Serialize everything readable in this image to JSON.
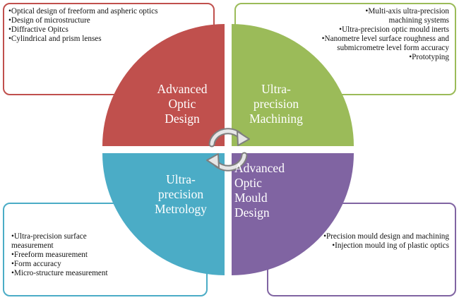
{
  "quadrants": {
    "top_left": {
      "title": "Advanced\nOptic\nDesign",
      "color": "#c0504d",
      "items": [
        "Optical design of freeform and aspheric optics",
        "Design of microstructure",
        "Diffractive Opitcs",
        "Cylindrical and prism lenses"
      ]
    },
    "top_right": {
      "title": "Ultra-\nprecision\nMachining",
      "color": "#9bbb59",
      "items": [
        "Multi-axis ultra-precision machining systems",
        "Ultra-precision optic mould inerts",
        "Nanometre level surface roughness and submicrometre level form accuracy",
        "Prototyping"
      ]
    },
    "bottom_left": {
      "title": "Ultra-\nprecision\nMetrology",
      "color": "#4bacc6",
      "items": [
        "Ultra-precision surface measurement",
        "Freeform measurement",
        "Form accuracy",
        "Micro-structure measurement"
      ]
    },
    "bottom_right": {
      "title": "Advanced\nOptic\nMould\nDesign",
      "color": "#8064a2",
      "items": [
        "Precision mould design and machining",
        "Injection mould ing of plastic optics"
      ]
    }
  },
  "center_icon": "cycle-arrows-icon"
}
